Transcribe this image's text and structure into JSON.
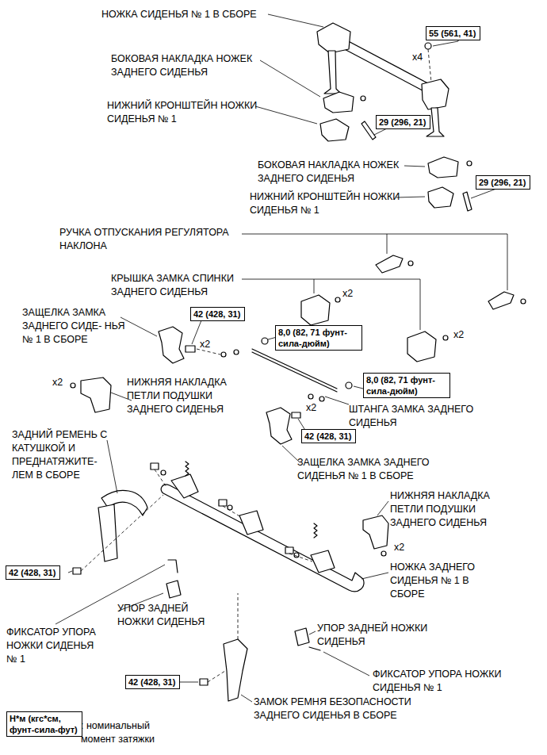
{
  "diagram": {
    "nodes": [
      {
        "text": [
          "55 (561, 41)"
        ]
      },
      {
        "text": [
          "29 (296, 21)"
        ]
      },
      {
        "text": [
          "29 (296, 21)"
        ]
      },
      {
        "text": [
          "42 (428, 31)"
        ]
      },
      {
        "text": [
          "8,0 (82, 71 фунт- сила-дюйм)"
        ]
      },
      {
        "text": [
          "8,0 (82, 71 фунт- сила-дюйм)"
        ]
      },
      {
        "text": [
          "42 (428, 31)"
        ]
      },
      {
        "text": [
          "42 (428, 31)"
        ]
      },
      {
        "text": [
          "42 (428, 31)"
        ]
      },
      {
        "text": [
          "Н*м (кгс*см, фунт-сила-фут)"
        ]
      }
    ],
    "labels": [
      "НОЖКА СИДЕНЬЯ № 1 В СБОРЕ",
      "x4",
      "БОКОВАЯ НАКЛАДКА НОЖЕК ЗАДНЕГО СИДЕНЬЯ",
      "НИЖНИЙ КРОНШТЕЙН НОЖКИ СИДЕНЬЯ № 1",
      "БОКОВАЯ НАКЛАДКА НОЖЕК ЗАДНЕГО СИДЕНЬЯ",
      "НИЖНИЙ КРОНШТЕЙН НОЖКИ СИДЕНЬЯ № 1",
      "РУЧКА ОТПУСКАНИЯ РЕГУЛЯТОРА НАКЛОНА",
      "КРЫШКА ЗАМКА СПИНКИ ЗАДНЕГО СИДЕНЬЯ",
      "x2",
      "x2",
      "ЗАЩЕЛКА ЗАМКА ЗАДНЕГО СИДЕ- НЬЯ № 1 В СБОРЕ",
      "x2",
      "x2",
      "НИЖНЯЯ НАКЛАДКА ПЕТЛИ ПОДУШКИ ЗАДНЕГО СИДЕНЬЯ",
      "ШТАНГА ЗАМКА ЗАДНЕГО СИДЕНЬЯ",
      "x2",
      "ЗАДНИЙ РЕМЕНЬ С КАТУШКОЙ И ПРЕДНАТЯЖИТЕ- ЛЕМ В СБОРЕ",
      "ЗАЩЕЛКА ЗАМКА ЗАДНЕГО СИДЕНЬЯ № 1 В СБОРЕ",
      "НИЖНЯЯ НАКЛАДКА ПЕТЛИ ПОДУШКИ ЗАДНЕГО СИДЕНЬЯ",
      "x2",
      "НОЖКА ЗАДНЕГО СИДЕНЬЯ № 1 В СБОРЕ",
      "УПОР ЗАДНЕЙ НОЖКИ СИДЕНЬЯ",
      "ФИКСАТОР УПОРА НОЖКИ СИДЕНЬЯ № 1",
      "УПОР ЗАДНЕЙ НОЖКИ СИДЕНЬЯ",
      "ФИКСАТОР УПОРА НОЖКИ СИДЕНЬЯ № 1",
      "ЗАМОК РЕМНЯ БЕЗОПАСНОСТИ ЗАДНЕГО СИДЕНЬЯ В СБОРЕ",
      ": номинальный момент затяжки"
    ]
  }
}
